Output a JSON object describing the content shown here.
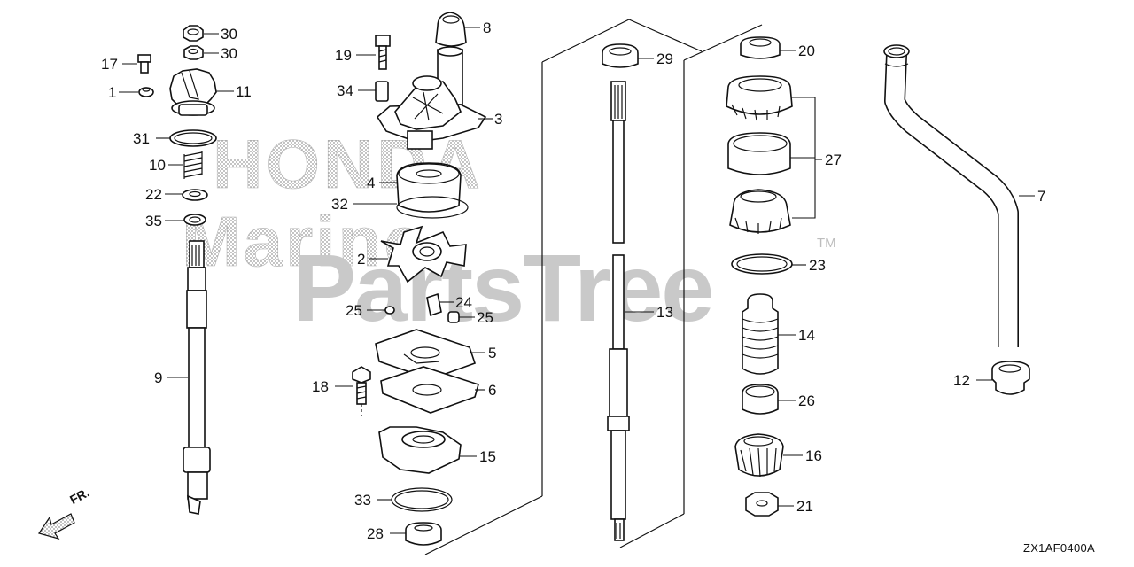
{
  "watermark": {
    "top": "HONDA",
    "middle": "Marine",
    "brand": "PartsTree",
    "trademark": "TM"
  },
  "diagram_code": "ZX1AF0400A",
  "direction": {
    "label": "FR.",
    "icon": "front-arrow-icon"
  },
  "colors": {
    "line": "#111111",
    "watermark": "#c8c8c8",
    "background": "#ffffff"
  },
  "callouts": {
    "p30a": "30",
    "p30b": "30",
    "p17": "17",
    "p1": "1",
    "p11": "11",
    "p31": "31",
    "p10": "10",
    "p22": "22",
    "p35": "35",
    "p9": "9",
    "p19": "19",
    "p8": "8",
    "p34": "34",
    "p3": "3",
    "p4": "4",
    "p32": "32",
    "p2": "2",
    "p24": "24",
    "p25a": "25",
    "p25b": "25",
    "p5": "5",
    "p18": "18",
    "p6": "6",
    "p15": "15",
    "p33": "33",
    "p28": "28",
    "p29": "29",
    "p13": "13",
    "p20": "20",
    "p27": "27",
    "p23": "23",
    "p14": "14",
    "p26": "26",
    "p16": "16",
    "p21": "21",
    "p7": "7",
    "p12": "12"
  }
}
